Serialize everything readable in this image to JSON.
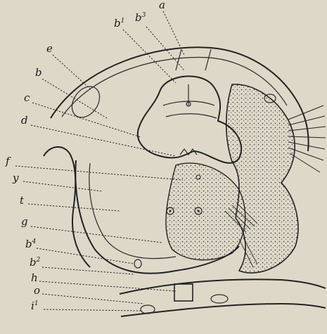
{
  "figure": {
    "background": "#ddd8c8",
    "ink": "#1a1a1a",
    "labels": [
      {
        "id": "a",
        "base": "a",
        "sup": ""
      },
      {
        "id": "b1",
        "base": "b",
        "sup": "1"
      },
      {
        "id": "b3",
        "base": "b",
        "sup": "3"
      },
      {
        "id": "e",
        "base": "e",
        "sup": ""
      },
      {
        "id": "b",
        "base": "b",
        "sup": ""
      },
      {
        "id": "c",
        "base": "c",
        "sup": ""
      },
      {
        "id": "d",
        "base": "d",
        "sup": ""
      },
      {
        "id": "f",
        "base": "f",
        "sup": ""
      },
      {
        "id": "y",
        "base": "y",
        "sup": ""
      },
      {
        "id": "t",
        "base": "t",
        "sup": ""
      },
      {
        "id": "g",
        "base": "g",
        "sup": ""
      },
      {
        "id": "b4",
        "base": "b",
        "sup": "4"
      },
      {
        "id": "b2",
        "base": "b",
        "sup": "2"
      },
      {
        "id": "h",
        "base": "h",
        "sup": ""
      },
      {
        "id": "o",
        "base": "o",
        "sup": ""
      },
      {
        "id": "i1",
        "base": "i",
        "sup": "1"
      }
    ]
  }
}
